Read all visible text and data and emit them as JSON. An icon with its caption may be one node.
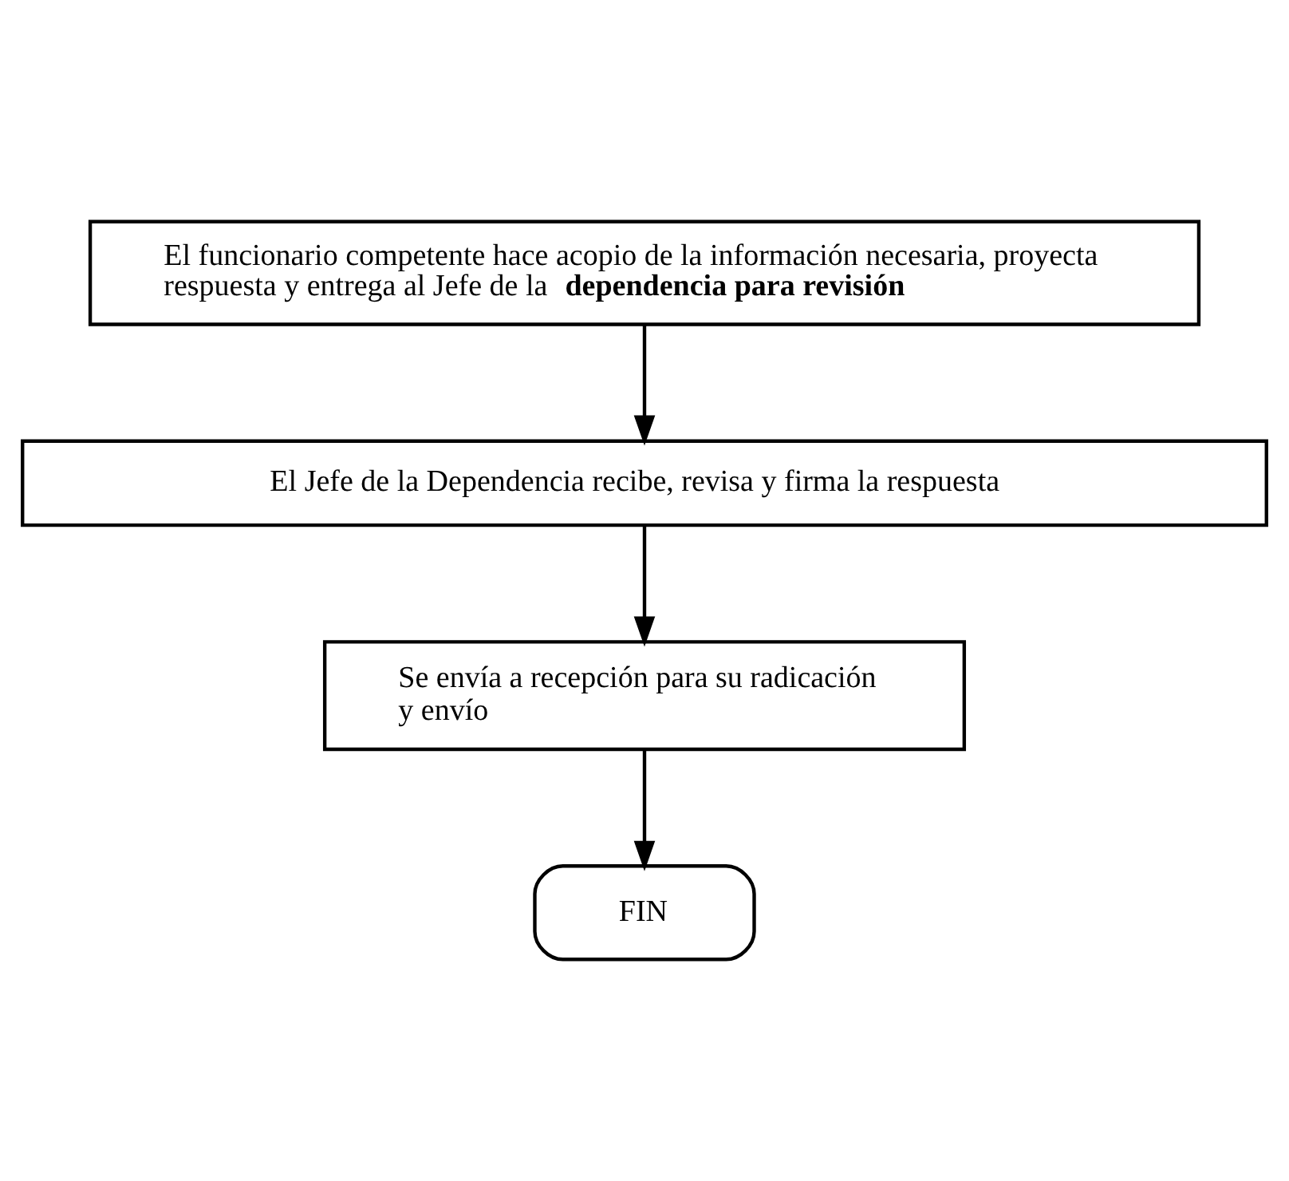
{
  "diagram": {
    "nodes": [
      {
        "text": [
          "El funcionario competente hace acopio de la información necesaria, proyecta respuesta y entrega al Jefe de la **dependencia para revisión**"
        ]
      },
      {
        "text": [
          "El Jefe de la Dependencia recibe, revisa y firma la respuesta"
        ]
      },
      {
        "text": [
          "Se envía a recepción para su radicación y envío"
        ]
      },
      {
        "text": [
          "FIN"
        ]
      }
    ],
    "edges": [
      {
        "from": 0,
        "to": 1,
        "arrow": "to"
      },
      {
        "from": 1,
        "to": 2,
        "arrow": "to"
      },
      {
        "from": 2,
        "to": 3,
        "arrow": "to"
      }
    ]
  }
}
